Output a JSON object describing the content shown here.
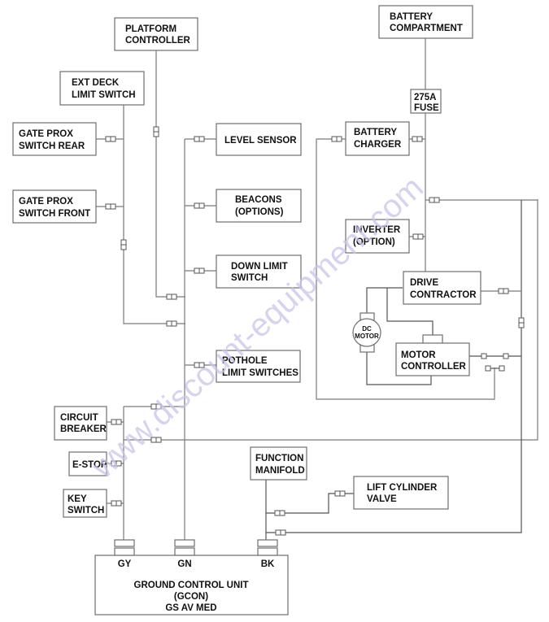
{
  "diagram": {
    "components": {
      "platform_controller": [
        "PLATFORM",
        "CONTROLLER"
      ],
      "battery_compartment": [
        "BATTERY",
        "COMPARTMENT"
      ],
      "ext_deck_limit_switch": [
        "EXT DECK",
        "LIMIT SWITCH"
      ],
      "fuse": [
        "275A",
        "FUSE"
      ],
      "gate_prox_rear": [
        "GATE PROX",
        "SWITCH REAR"
      ],
      "gate_prox_front": [
        "GATE PROX",
        "SWITCH FRONT"
      ],
      "level_sensor": [
        "LEVEL SENSOR"
      ],
      "beacons": [
        "BEACONS",
        "(OPTIONS)"
      ],
      "down_limit_switch": [
        "DOWN LIMIT",
        "SWITCH"
      ],
      "pothole_limit_switches": [
        "POTHOLE",
        "LIMIT SWITCHES"
      ],
      "battery_charger": [
        "BATTERY",
        "CHARGER"
      ],
      "inverter": [
        "INVERTER",
        "(OPTION)"
      ],
      "drive_contractor": [
        "DRIVE",
        "CONTRACTOR"
      ],
      "dc_motor": [
        "DC",
        "MOTOR"
      ],
      "motor_controller": [
        "MOTOR",
        "CONTROLLER"
      ],
      "circuit_breaker": [
        "CIRCUIT",
        "BREAKER"
      ],
      "e_stop": [
        "E-STOP"
      ],
      "key_switch": [
        "KEY",
        "SWITCH"
      ],
      "function_manifold": [
        "FUNCTION",
        "MANIFOLD"
      ],
      "lift_cylinder_valve": [
        "LIFT CYLINDER",
        "VALVE"
      ],
      "ground_control_unit": [
        "GROUND CONTROL UNIT",
        "(GCON)",
        "GS AV MED"
      ]
    },
    "ports": {
      "gy": "GY",
      "gn": "GN",
      "bk": "BK"
    },
    "watermark": "www.discount-equipment.com"
  }
}
